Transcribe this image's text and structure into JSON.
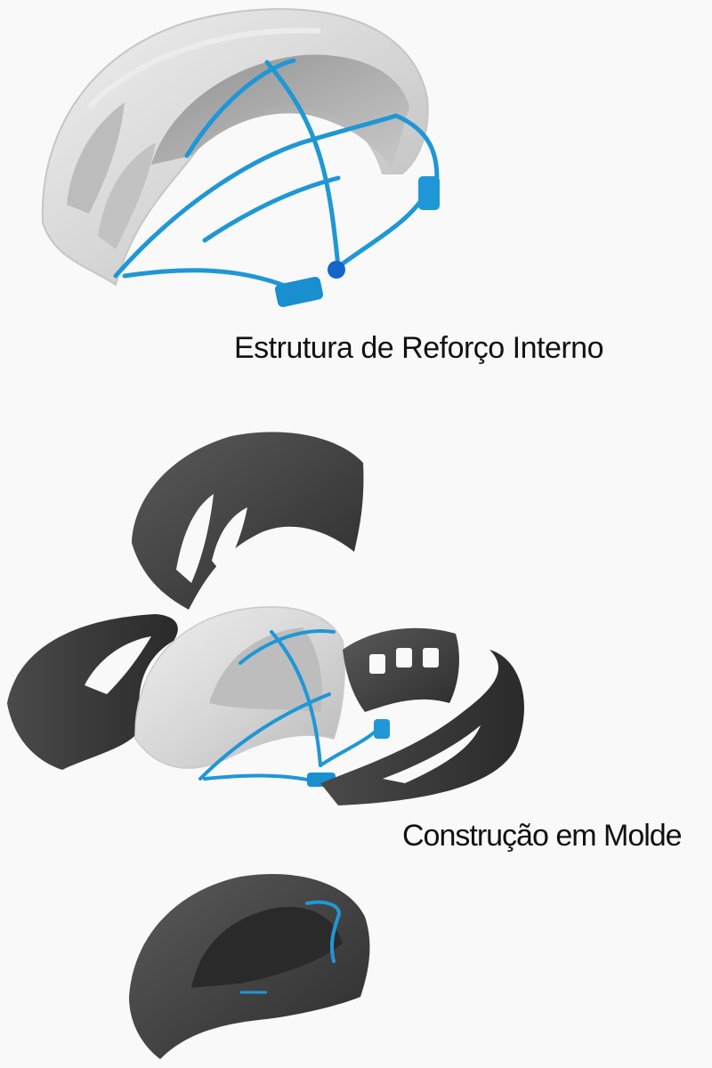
{
  "labels": {
    "internal_reinforcement": "Estrutura de Reforço Interno",
    "in_mold_construction": "Construção em Molde"
  },
  "colors": {
    "background": "#f9f9f9",
    "shell_light": "#d9d9d9",
    "shell_mid": "#bdbdbd",
    "shell_shadow": "#8f8f8f",
    "foam_dark": "#3d3d3d",
    "foam_darker": "#2a2a2a",
    "reinforcement_blue": "#1f97d6",
    "adjuster_blue": "#1273c9",
    "caption_text": "#111111"
  },
  "parts": [
    "helmet-shell",
    "reinforcement-cage",
    "top-foam-part",
    "left-foam-part",
    "right-foam-part",
    "rear-foam-part",
    "bottom-foam-part"
  ]
}
